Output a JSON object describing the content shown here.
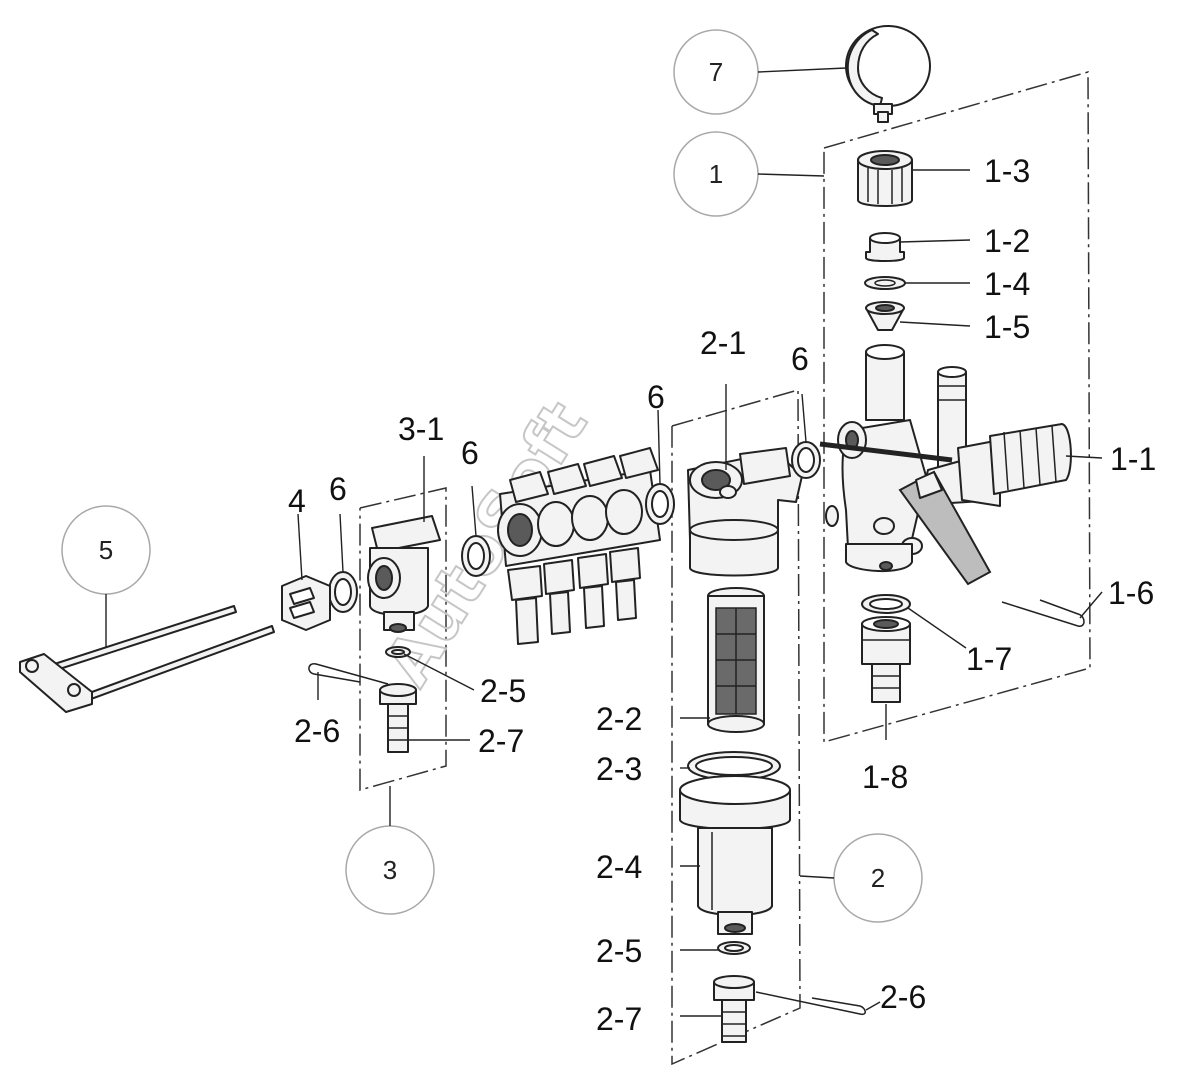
{
  "diagram": {
    "watermark": "AutoSoft",
    "bubbles": [
      "7",
      "1",
      "5",
      "3",
      "2"
    ],
    "labels": {
      "l_1_3": "1-3",
      "l_1_2": "1-2",
      "l_1_4": "1-4",
      "l_1_5": "1-5",
      "l_2_1": "2-1",
      "l_6_a": "6",
      "l_6_b": "6",
      "l_6_c": "6",
      "l_6_d": "6",
      "l_3_1": "3-1",
      "l_4": "4",
      "l_1_1": "1-1",
      "l_1_6": "1-6",
      "l_1_7": "1-7",
      "l_1_8": "1-8",
      "l_2_5_a": "2-5",
      "l_2_6_a": "2-6",
      "l_2_7_a": "2-7",
      "l_2_2": "2-2",
      "l_2_3": "2-3",
      "l_2_4": "2-4",
      "l_2_5_b": "2-5",
      "l_2_6_b": "2-6",
      "l_2_7_b": "2-7"
    }
  }
}
